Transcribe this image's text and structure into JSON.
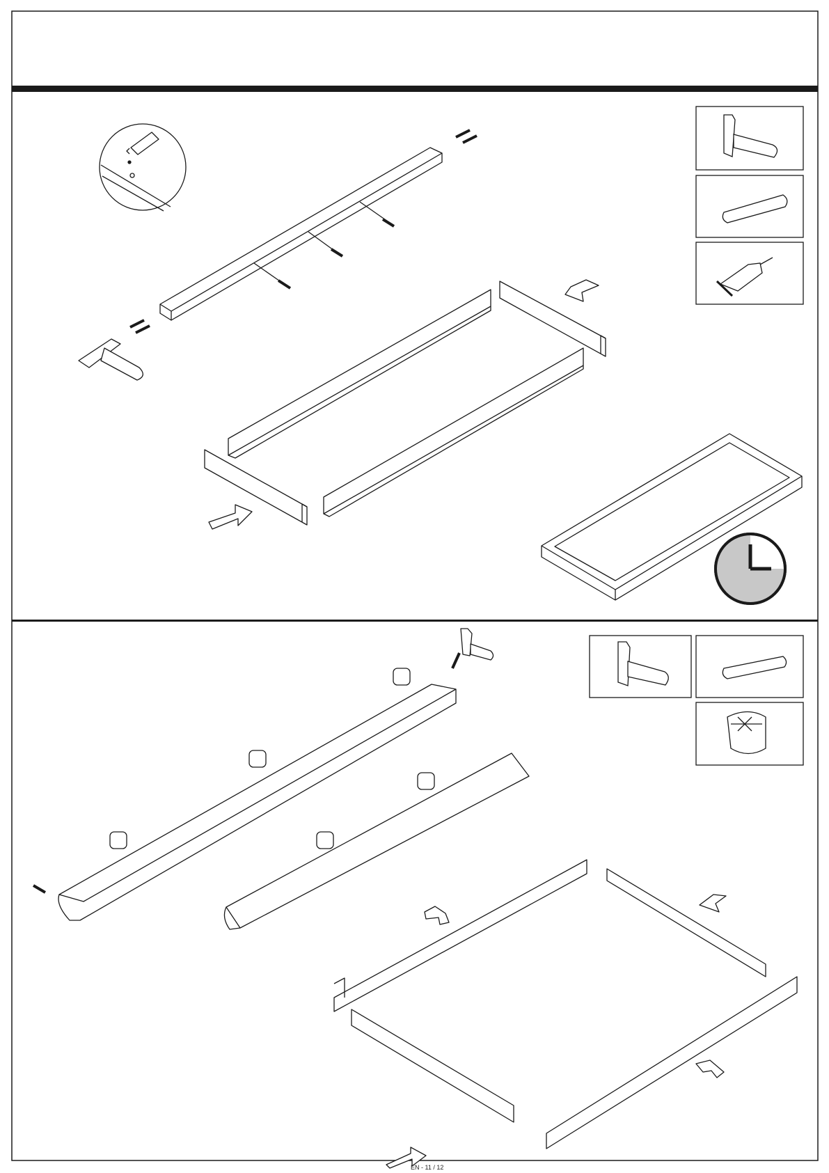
{
  "document": {
    "type": "assembly-instructions",
    "steps": [
      {
        "id": "step-1",
        "tools": [
          "hammer-icon",
          "wooden-dowel-icon",
          "glue-brush-icon"
        ],
        "parts": [
          "long-rail-with-dowels",
          "side-boards",
          "end-boards",
          "assembled-frame"
        ],
        "indicators": [
          "glue-detail-circle",
          "clock-icon"
        ]
      },
      {
        "id": "step-2",
        "tools": [
          "hammer-icon",
          "wooden-dowel-icon",
          "cam-lock-icon"
        ],
        "parts": [
          "rail-with-cam-locks",
          "rail-with-cam-locks",
          "frame-boards"
        ],
        "indicators": []
      }
    ],
    "colors": {
      "line": "#1a1a1a",
      "clock_fill": "#c8c8c8",
      "divider": "#1a1a1a"
    },
    "footer_text": "EN - 11 / 12"
  }
}
